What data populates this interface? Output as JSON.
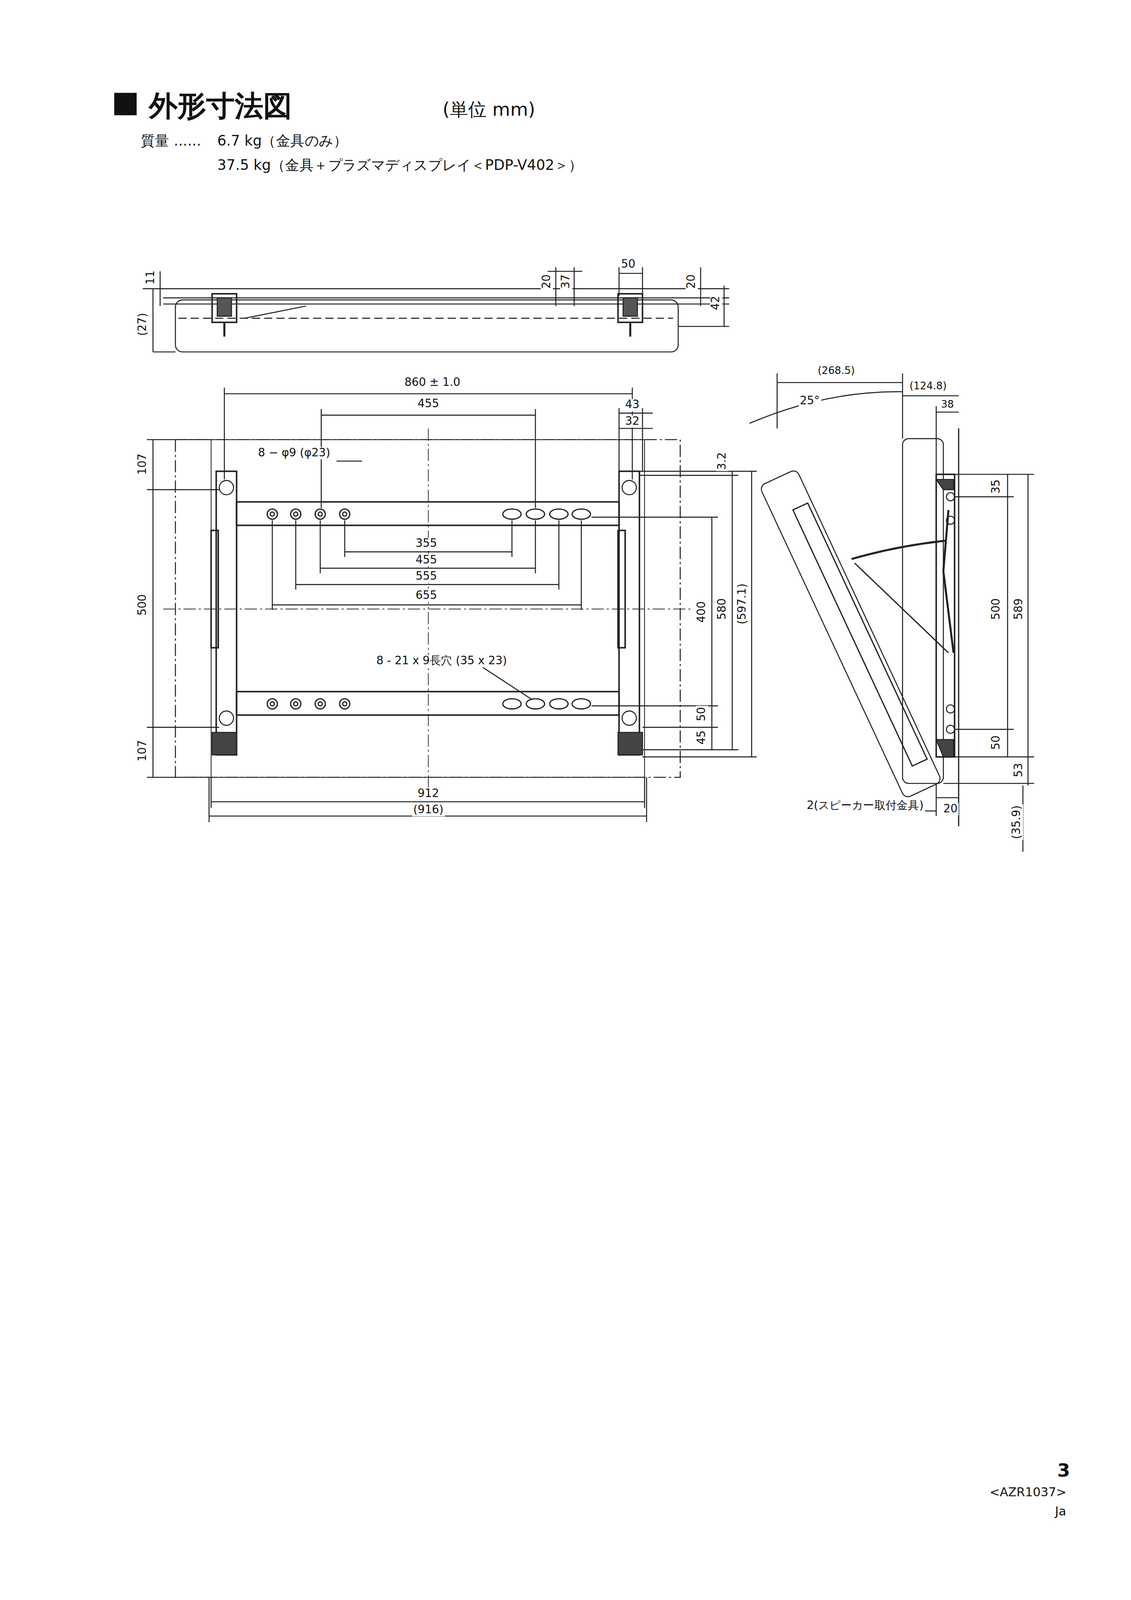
{
  "diagram": {
    "title": "外形寸法図",
    "labels": [
      "(単位 mm)",
      "質量 ......",
      "6.7 kg（金具のみ）",
      "37.5 kg（金具＋プラズマディスプレイ＜PDP-V402＞）",
      "11",
      "(27)",
      "20",
      "37",
      "50",
      "20",
      "42",
      "860 ± 1.0",
      "455",
      "43",
      "32",
      "8 − φ9 (φ23)",
      "3.2",
      "107",
      "500",
      "107",
      "355",
      "455",
      "555",
      "655",
      "400",
      "580",
      "(597.1)",
      "8 - 21 x 9長穴 (35 x 23)",
      "50",
      "45",
      "912",
      "(916)",
      "(268.5)",
      "(124.8)",
      "25°",
      "38",
      "35",
      "500",
      "589",
      "50",
      "53",
      "2(スピーカー取付金具)",
      "20",
      "(35.9)",
      "3",
      "<AZR1037>",
      "Ja"
    ]
  }
}
